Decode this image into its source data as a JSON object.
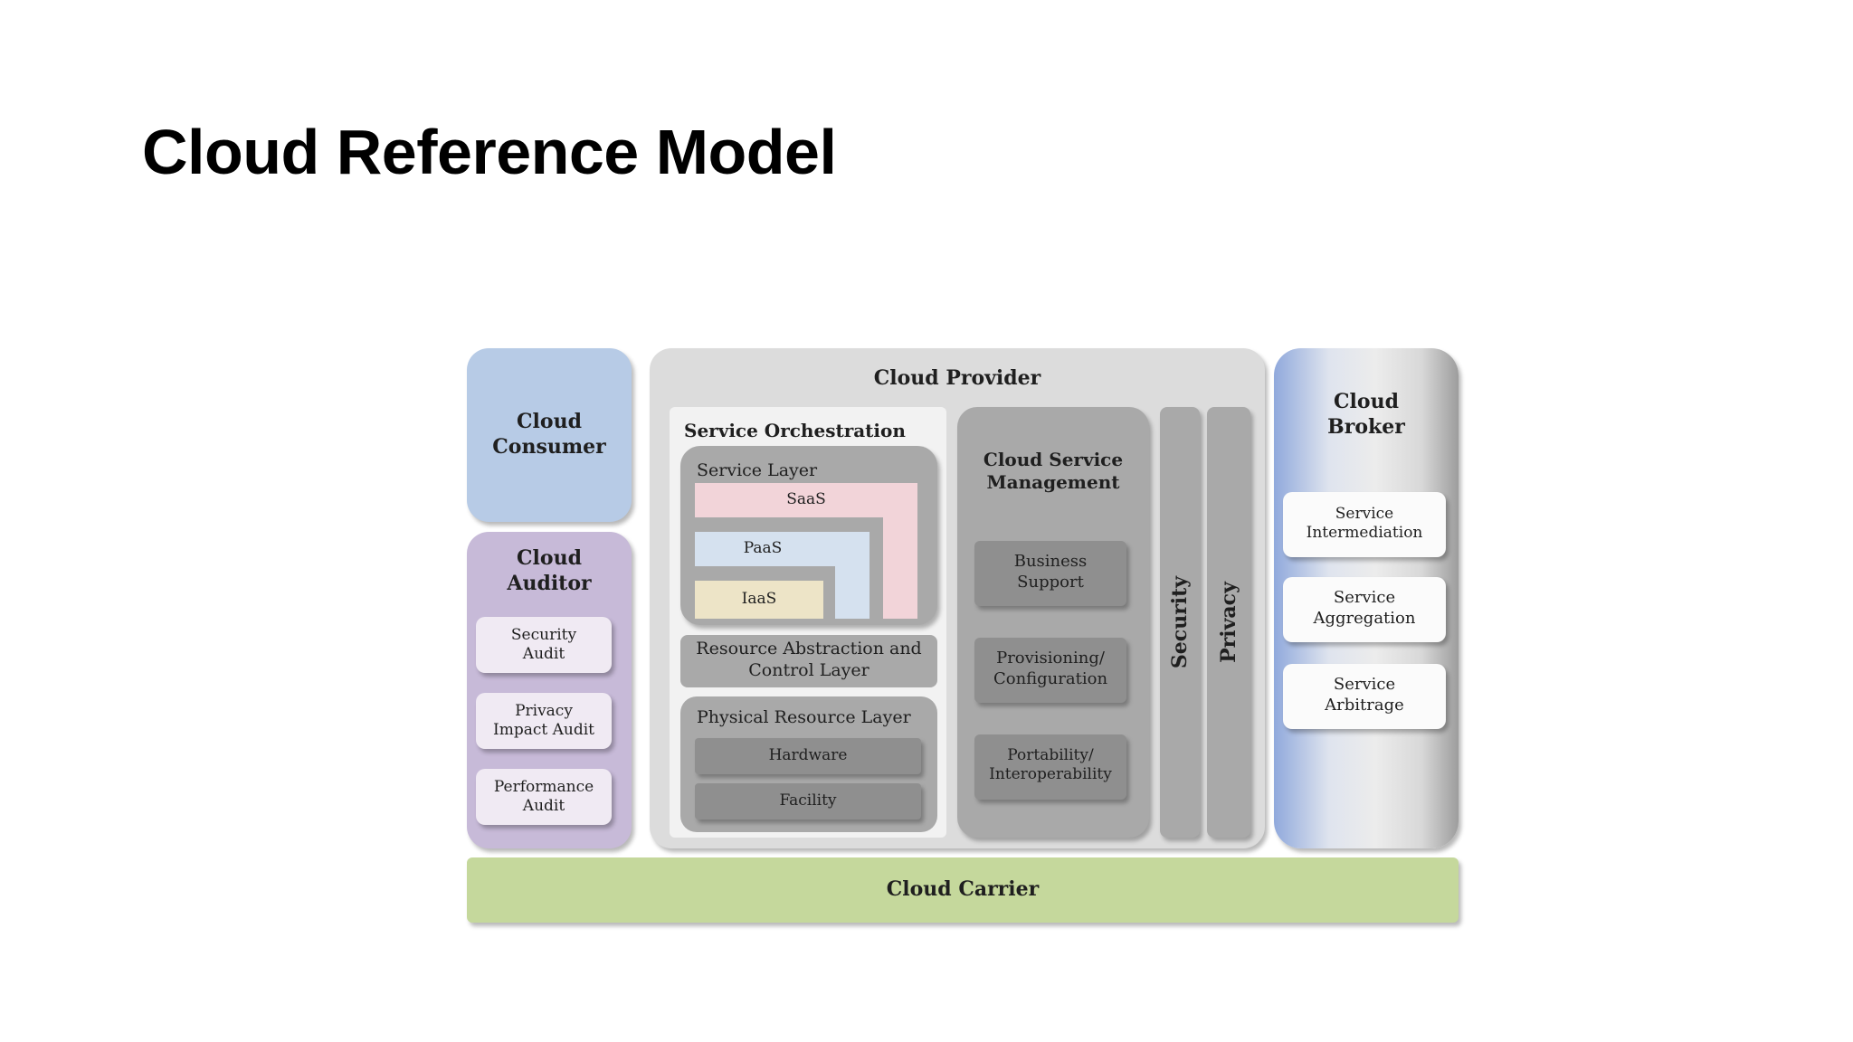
{
  "slide": {
    "title": "Cloud Reference Model"
  },
  "diagram": {
    "consumer": {
      "label": "Cloud\nConsumer"
    },
    "auditor": {
      "label": "Cloud\nAuditor",
      "items": [
        "Security\nAudit",
        "Privacy\nImpact Audit",
        "Performance\nAudit"
      ]
    },
    "provider": {
      "label": "Cloud Provider",
      "orchestration": {
        "label": "Service Orchestration",
        "service_layer": {
          "label": "Service Layer",
          "saas": "SaaS",
          "paas": "PaaS",
          "iaas": "IaaS"
        },
        "resource_abstraction": "Resource Abstraction and\nControl Layer",
        "physical": {
          "label": "Physical Resource Layer",
          "hardware": "Hardware",
          "facility": "Facility"
        }
      },
      "management": {
        "label": "Cloud Service\nManagement",
        "items": [
          "Business\nSupport",
          "Provisioning/\nConfiguration",
          "Portability/\nInteroperability"
        ]
      },
      "security": "Security",
      "privacy": "Privacy"
    },
    "broker": {
      "label": "Cloud\nBroker",
      "items": [
        "Service\nIntermediation",
        "Service\nAggregation",
        "Service\nArbitrage"
      ]
    },
    "carrier": {
      "label": "Cloud Carrier"
    }
  },
  "colors": {
    "consumer": "#b7cbe6",
    "auditor": "#c7bad8",
    "provider": "#dcdcdc",
    "saas": "#f2d4d9",
    "paas": "#d5e1ef",
    "iaas": "#ede4c7",
    "carrier": "#c5d89c"
  }
}
